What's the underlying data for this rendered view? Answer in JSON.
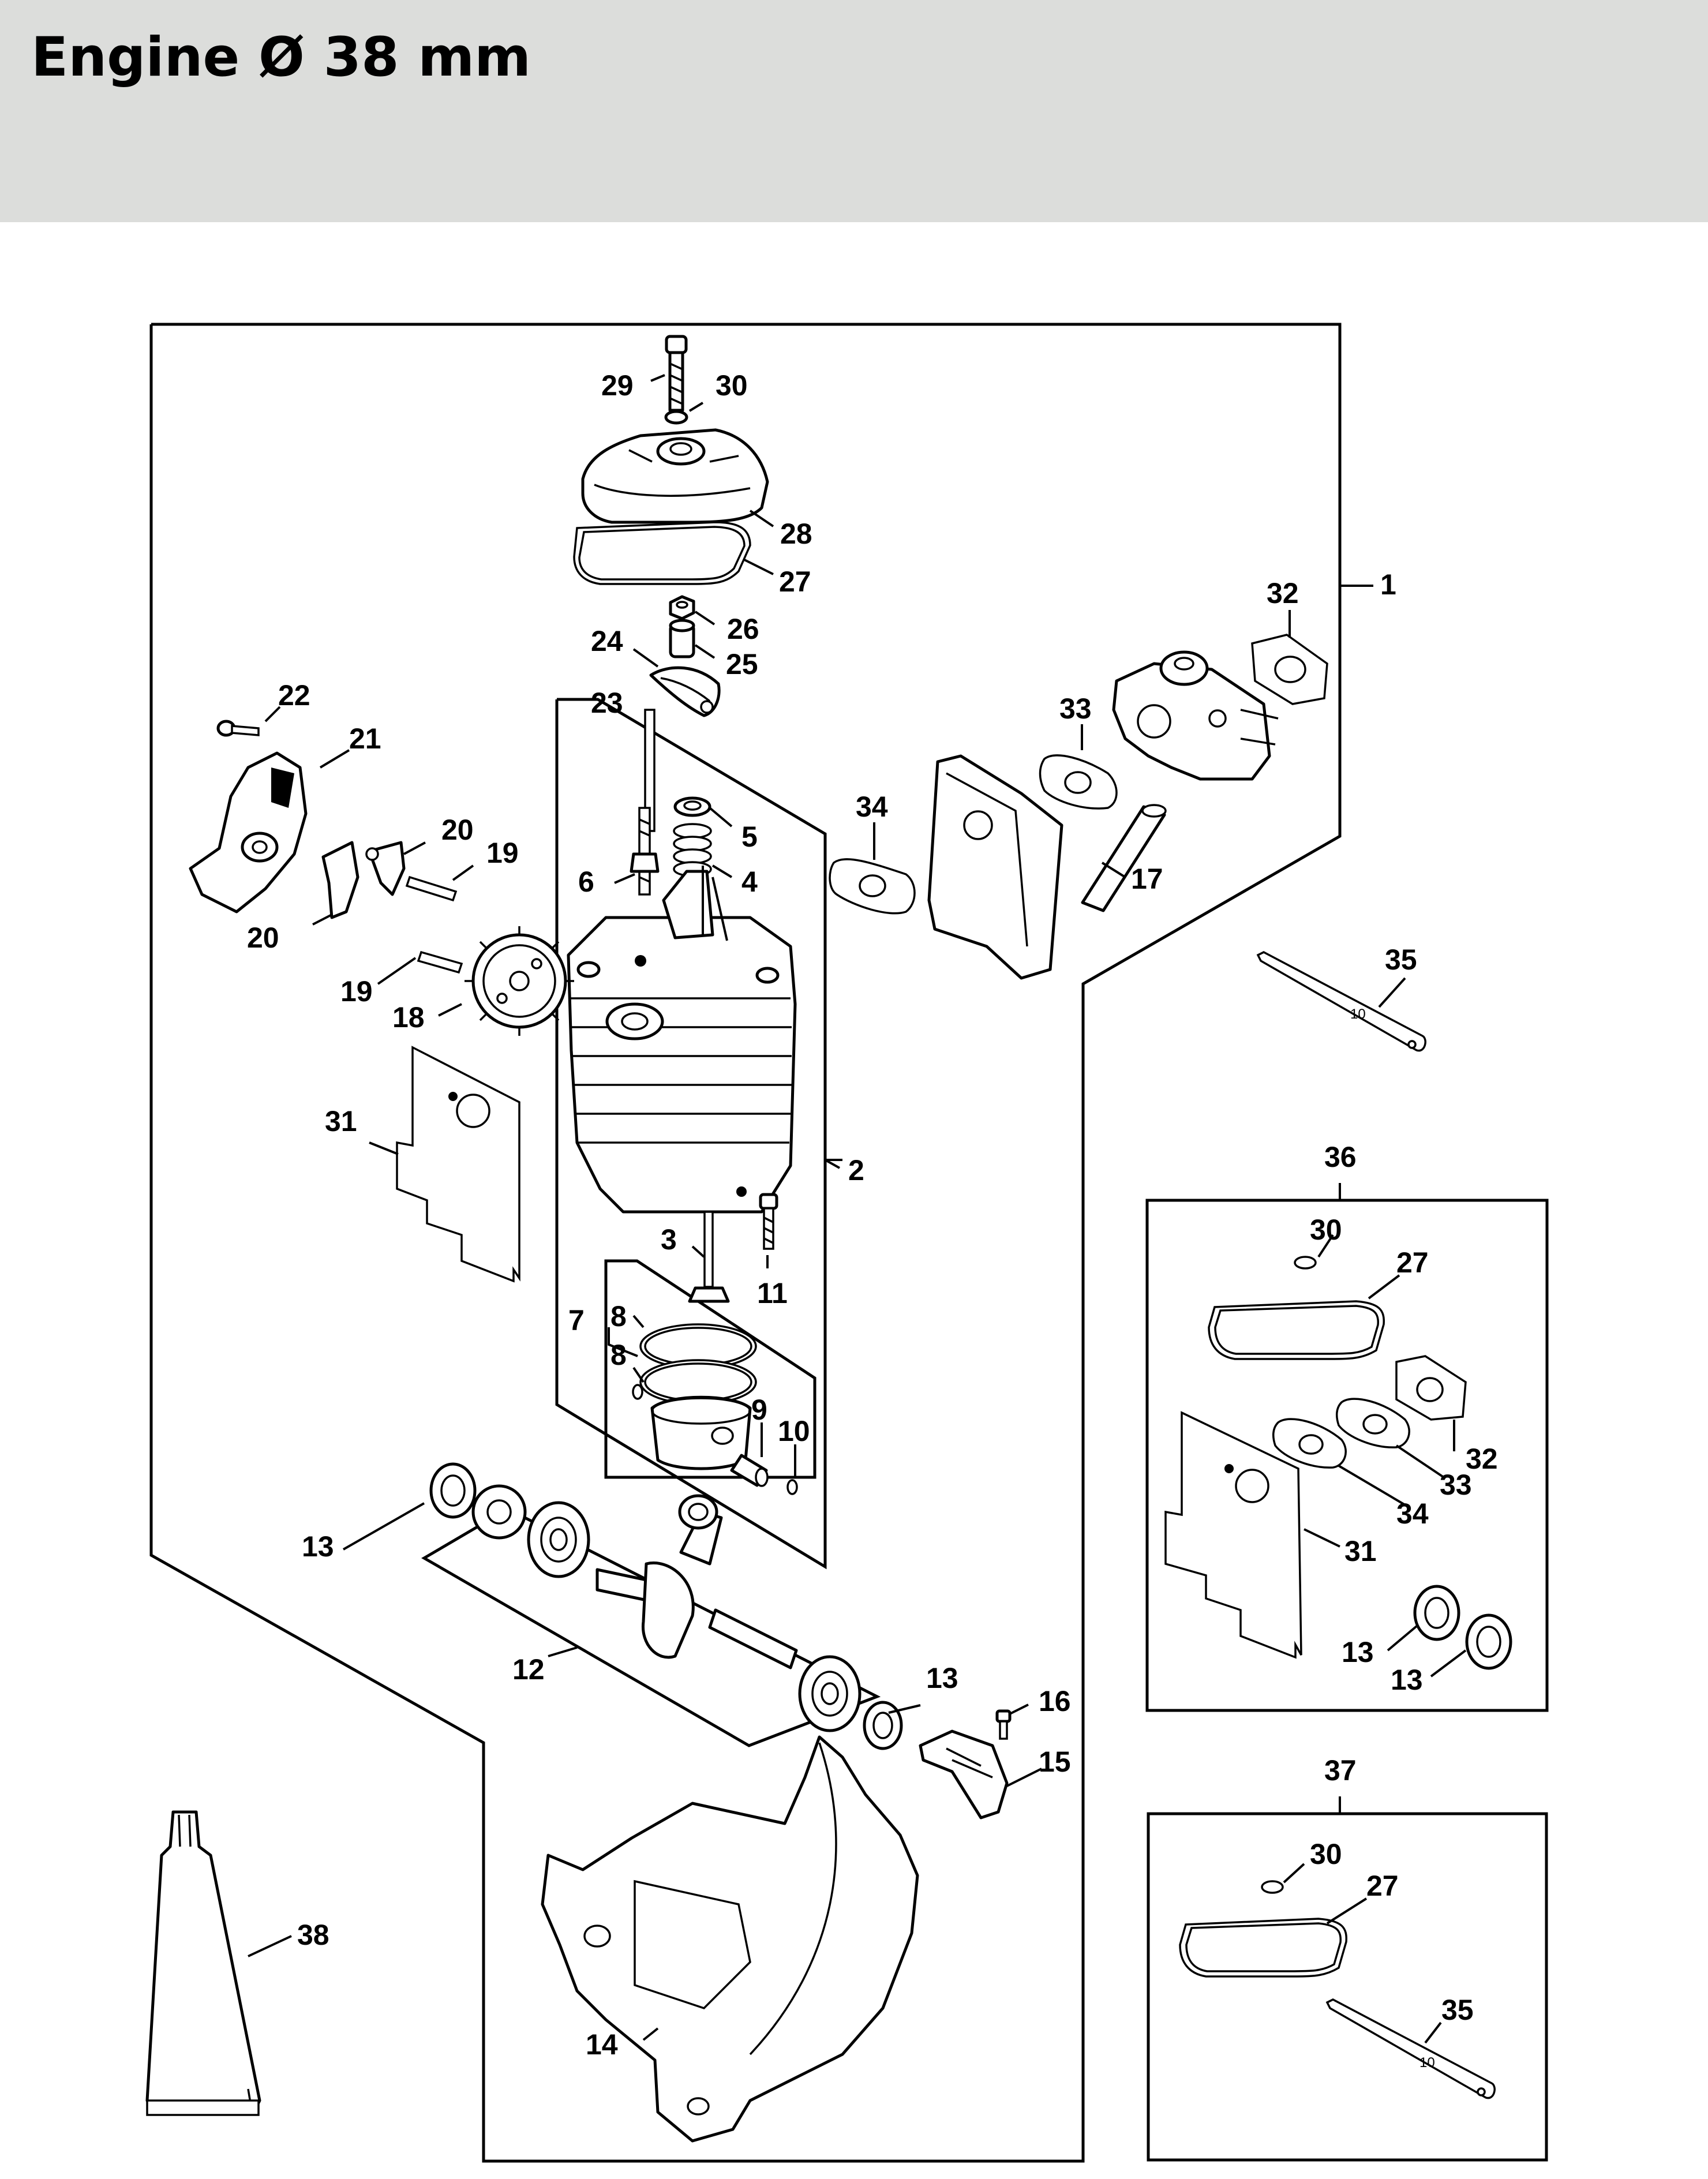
{
  "page": {
    "title": "Engine Ø 38 mm",
    "header_color": "#dcdddb"
  },
  "callouts": [
    {
      "id": "c1",
      "text": "1"
    },
    {
      "id": "c2",
      "text": "2"
    },
    {
      "id": "c3",
      "text": "3"
    },
    {
      "id": "c4",
      "text": "4"
    },
    {
      "id": "c5",
      "text": "5"
    },
    {
      "id": "c6",
      "text": "6"
    },
    {
      "id": "c7",
      "text": "7"
    },
    {
      "id": "c8a",
      "text": "8"
    },
    {
      "id": "c8b",
      "text": "8"
    },
    {
      "id": "c9",
      "text": "9"
    },
    {
      "id": "c10",
      "text": "10"
    },
    {
      "id": "c11",
      "text": "11"
    },
    {
      "id": "c12",
      "text": "12"
    },
    {
      "id": "c13a",
      "text": "13"
    },
    {
      "id": "c13b",
      "text": "13"
    },
    {
      "id": "c14",
      "text": "14"
    },
    {
      "id": "c15",
      "text": "15"
    },
    {
      "id": "c16",
      "text": "16"
    },
    {
      "id": "c17",
      "text": "17"
    },
    {
      "id": "c18",
      "text": "18"
    },
    {
      "id": "c19a",
      "text": "19"
    },
    {
      "id": "c19b",
      "text": "19"
    },
    {
      "id": "c20a",
      "text": "20"
    },
    {
      "id": "c20b",
      "text": "20"
    },
    {
      "id": "c21",
      "text": "21"
    },
    {
      "id": "c22",
      "text": "22"
    },
    {
      "id": "c23",
      "text": "23"
    },
    {
      "id": "c24",
      "text": "24"
    },
    {
      "id": "c25",
      "text": "25"
    },
    {
      "id": "c26",
      "text": "26"
    },
    {
      "id": "c27",
      "text": "27"
    },
    {
      "id": "c28",
      "text": "28"
    },
    {
      "id": "c29",
      "text": "29"
    },
    {
      "id": "c30",
      "text": "30"
    },
    {
      "id": "c31",
      "text": "31"
    },
    {
      "id": "c32",
      "text": "32"
    },
    {
      "id": "c33",
      "text": "33"
    },
    {
      "id": "c34",
      "text": "34"
    },
    {
      "id": "c35",
      "text": "35"
    },
    {
      "id": "c38",
      "text": "38"
    }
  ],
  "kit_36": {
    "header": "36",
    "callouts": [
      {
        "text": "30"
      },
      {
        "text": "27"
      },
      {
        "text": "32"
      },
      {
        "text": "33"
      },
      {
        "text": "34"
      },
      {
        "text": "31"
      },
      {
        "text": "13"
      },
      {
        "text": "13"
      }
    ]
  },
  "kit_37": {
    "header": "37",
    "callouts": [
      {
        "text": "30"
      },
      {
        "text": "27"
      },
      {
        "text": "35"
      }
    ]
  },
  "tool_marking": "10"
}
